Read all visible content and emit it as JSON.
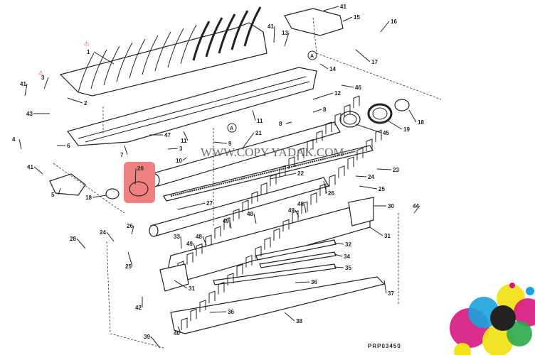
{
  "diagram": {
    "callouts": [
      "41",
      "15",
      "16",
      "41",
      "13",
      "17",
      "1",
      "3",
      "41",
      "2",
      "43",
      "14",
      "46",
      "12",
      "8",
      "8",
      "45",
      "19",
      "18",
      "11",
      "11",
      "47",
      "21",
      "9",
      "3",
      "10",
      "7",
      "6",
      "4",
      "A",
      "A",
      "20",
      "41",
      "5",
      "18",
      "22",
      "23",
      "24",
      "26",
      "25",
      "27",
      "30",
      "44",
      "31",
      "48",
      "49",
      "48",
      "49",
      "48",
      "49",
      "33",
      "26",
      "24",
      "28",
      "25",
      "32",
      "34",
      "35",
      "37",
      "36",
      "36",
      "31",
      "42",
      "38",
      "39",
      "40"
    ],
    "change_markers": [
      "⚠",
      "⚠"
    ],
    "highlighted_part": "20",
    "watermark": "WWW.COPY YADAK.COM",
    "drawing_code": "PRP03450",
    "colors": {
      "highlight": "#f08080",
      "marker": "#e33333"
    }
  }
}
